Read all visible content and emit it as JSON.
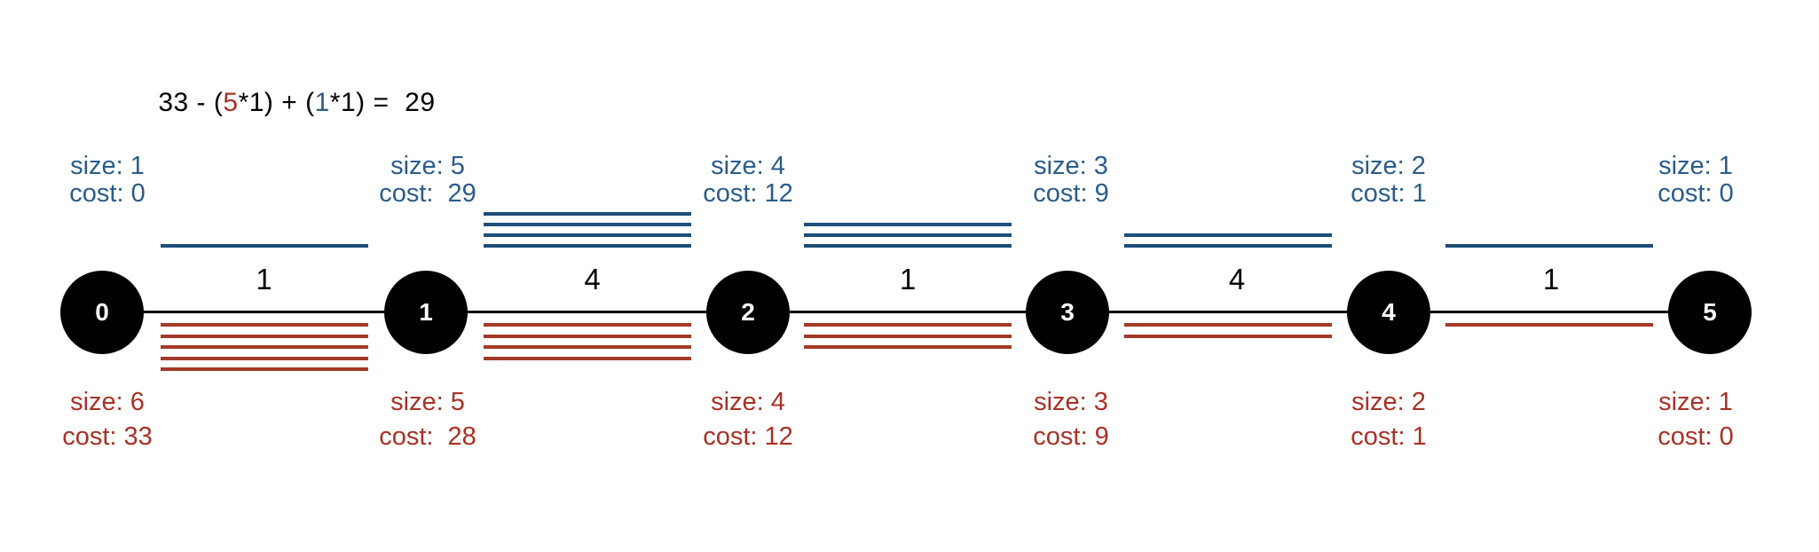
{
  "formula": {
    "prefix": "33 - (",
    "red_term": "5",
    "middle": "*1) + (",
    "blue_term": "1",
    "suffix": "*1) =  29"
  },
  "colors": {
    "blue_text": "#2a5c8a",
    "blue_line": "#1f4e79",
    "red_text": "#a93125",
    "red_line": "#a33a28",
    "node_fill": "#000000",
    "node_label": "#ffffff",
    "edge_line": "#000000",
    "formula_text": "#000000"
  },
  "nodes": [
    {
      "id": "0",
      "top": {
        "size": "size: 1",
        "cost": "cost: 0"
      },
      "bottom": {
        "size": "size: 6",
        "cost": "cost: 33"
      }
    },
    {
      "id": "1",
      "top": {
        "size": "size: 5",
        "cost": "cost:  29"
      },
      "bottom": {
        "size": "size: 5",
        "cost": "cost:  28"
      }
    },
    {
      "id": "2",
      "top": {
        "size": "size: 4",
        "cost": "cost: 12"
      },
      "bottom": {
        "size": "size: 4",
        "cost": "cost: 12"
      }
    },
    {
      "id": "3",
      "top": {
        "size": "size: 3",
        "cost": "cost: 9"
      },
      "bottom": {
        "size": "size: 3",
        "cost": "cost: 9"
      }
    },
    {
      "id": "4",
      "top": {
        "size": "size: 2",
        "cost": "cost: 1"
      },
      "bottom": {
        "size": "size: 2",
        "cost": "cost: 1"
      }
    },
    {
      "id": "5",
      "top": {
        "size": "size: 1",
        "cost": "cost: 0"
      },
      "bottom": {
        "size": "size: 1",
        "cost": "cost: 0"
      }
    }
  ],
  "edges": [
    {
      "from": "0",
      "to": "1",
      "weight": "1",
      "blue_lines": 1,
      "red_lines": 5
    },
    {
      "from": "1",
      "to": "2",
      "weight": "4",
      "blue_lines": 4,
      "red_lines": 4
    },
    {
      "from": "2",
      "to": "3",
      "weight": "1",
      "blue_lines": 3,
      "red_lines": 3
    },
    {
      "from": "3",
      "to": "4",
      "weight": "4",
      "blue_lines": 2,
      "red_lines": 2
    },
    {
      "from": "4",
      "to": "5",
      "weight": "1",
      "blue_lines": 1,
      "red_lines": 1
    }
  ]
}
